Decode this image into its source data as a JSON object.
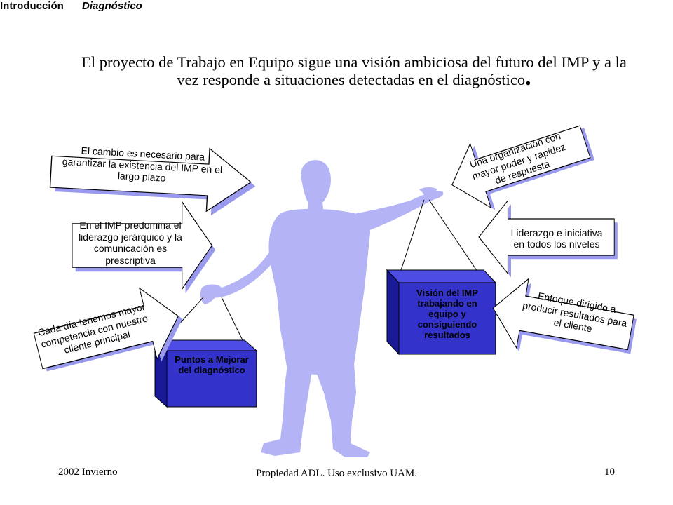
{
  "breadcrumb": {
    "section": "Introducción",
    "subsection": "Diagnóstico"
  },
  "heading": {
    "line1": "El proyecto de Trabajo en Equipo sigue una visión ambiciosa del futuro del IMP y a la",
    "line2": "vez responde a situaciones detectadas en el diagnóstico",
    "end_mark": "."
  },
  "left_arrows": [
    "El cambio es necesario para garantizar la existencia del IMP en el largo plazo",
    "En el IMP predomina el liderazgo jerárquico y la comunicación es prescriptiva",
    "Cada día tenemos mayor competencia con nuestro cliente principal"
  ],
  "right_arrows": [
    "Una organización con mayor poder y rapidez de respuesta",
    "Liderazgo e iniciativa en todos los niveles",
    "Enfoque dirigido a producir resultados para el cliente"
  ],
  "left_box": "Puntos a Mejorar del diagnóstico",
  "right_box": "Visión del IMP trabajando en equipo y consiguiendo resultados",
  "footer": {
    "left": "2002 Invierno",
    "center": "Propiedad ADL. Uso exclusivo UAM.",
    "right": "10"
  },
  "colors": {
    "figure": "#b3b3f5",
    "box_front": "#3333cc",
    "box_side": "#1a1a99",
    "arrow_shadow": "#9999ee"
  },
  "icons": {
    "figure": "person-silhouette",
    "arrows": "block-arrow"
  }
}
